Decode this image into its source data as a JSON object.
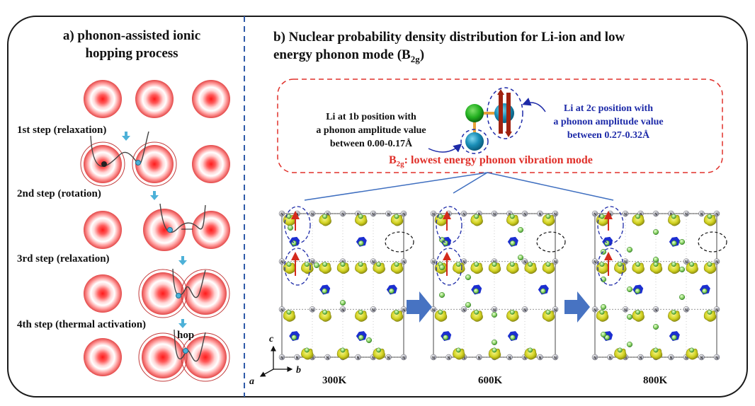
{
  "panel_a": {
    "title_line1": "a) phonon-assisted ionic",
    "title_line2": "hopping process",
    "steps": [
      "1st step (relaxation)",
      "2nd step (rotation)",
      "3rd step (relaxation)",
      "4th step (thermal activation)"
    ],
    "hop_label": "hop"
  },
  "panel_b": {
    "title_line1": "b) Nuclear probability density distribution for Li-ion and low",
    "title_line2_pre": "energy phonon mode (B",
    "title_line2_sub": "2g",
    "title_line2_post": ")",
    "callout": {
      "left_note": [
        "Li at 1b position with",
        "a phonon amplitude value",
        "between 0.00-0.17Å"
      ],
      "right_note": [
        "Li at 2c position with",
        "a phonon amplitude value",
        "between 0.27-0.32Å"
      ],
      "mode_pre": "B",
      "mode_sub": "2g",
      "mode_post": ": lowest energy phonon vibration mode"
    },
    "temperatures": [
      "300K",
      "600K",
      "800K"
    ],
    "axes": {
      "a": "a",
      "b": "b",
      "c": "c"
    },
    "atom_labels": {
      "nitrogen": "N",
      "lithium": "Li"
    }
  },
  "colors": {
    "frame": "#1a1a1a",
    "divider": "#2f5aa8",
    "callout_border": "#e0302a",
    "mode_text": "#e0302a",
    "right_note_text": "#1d2aa8",
    "arrow_blue": "#3f6fc0",
    "li_green": "#8fd36a",
    "density_yellow": "#d6d62a",
    "n_blue": "#1c2fd0",
    "vibration_red": "#d42a1c"
  }
}
